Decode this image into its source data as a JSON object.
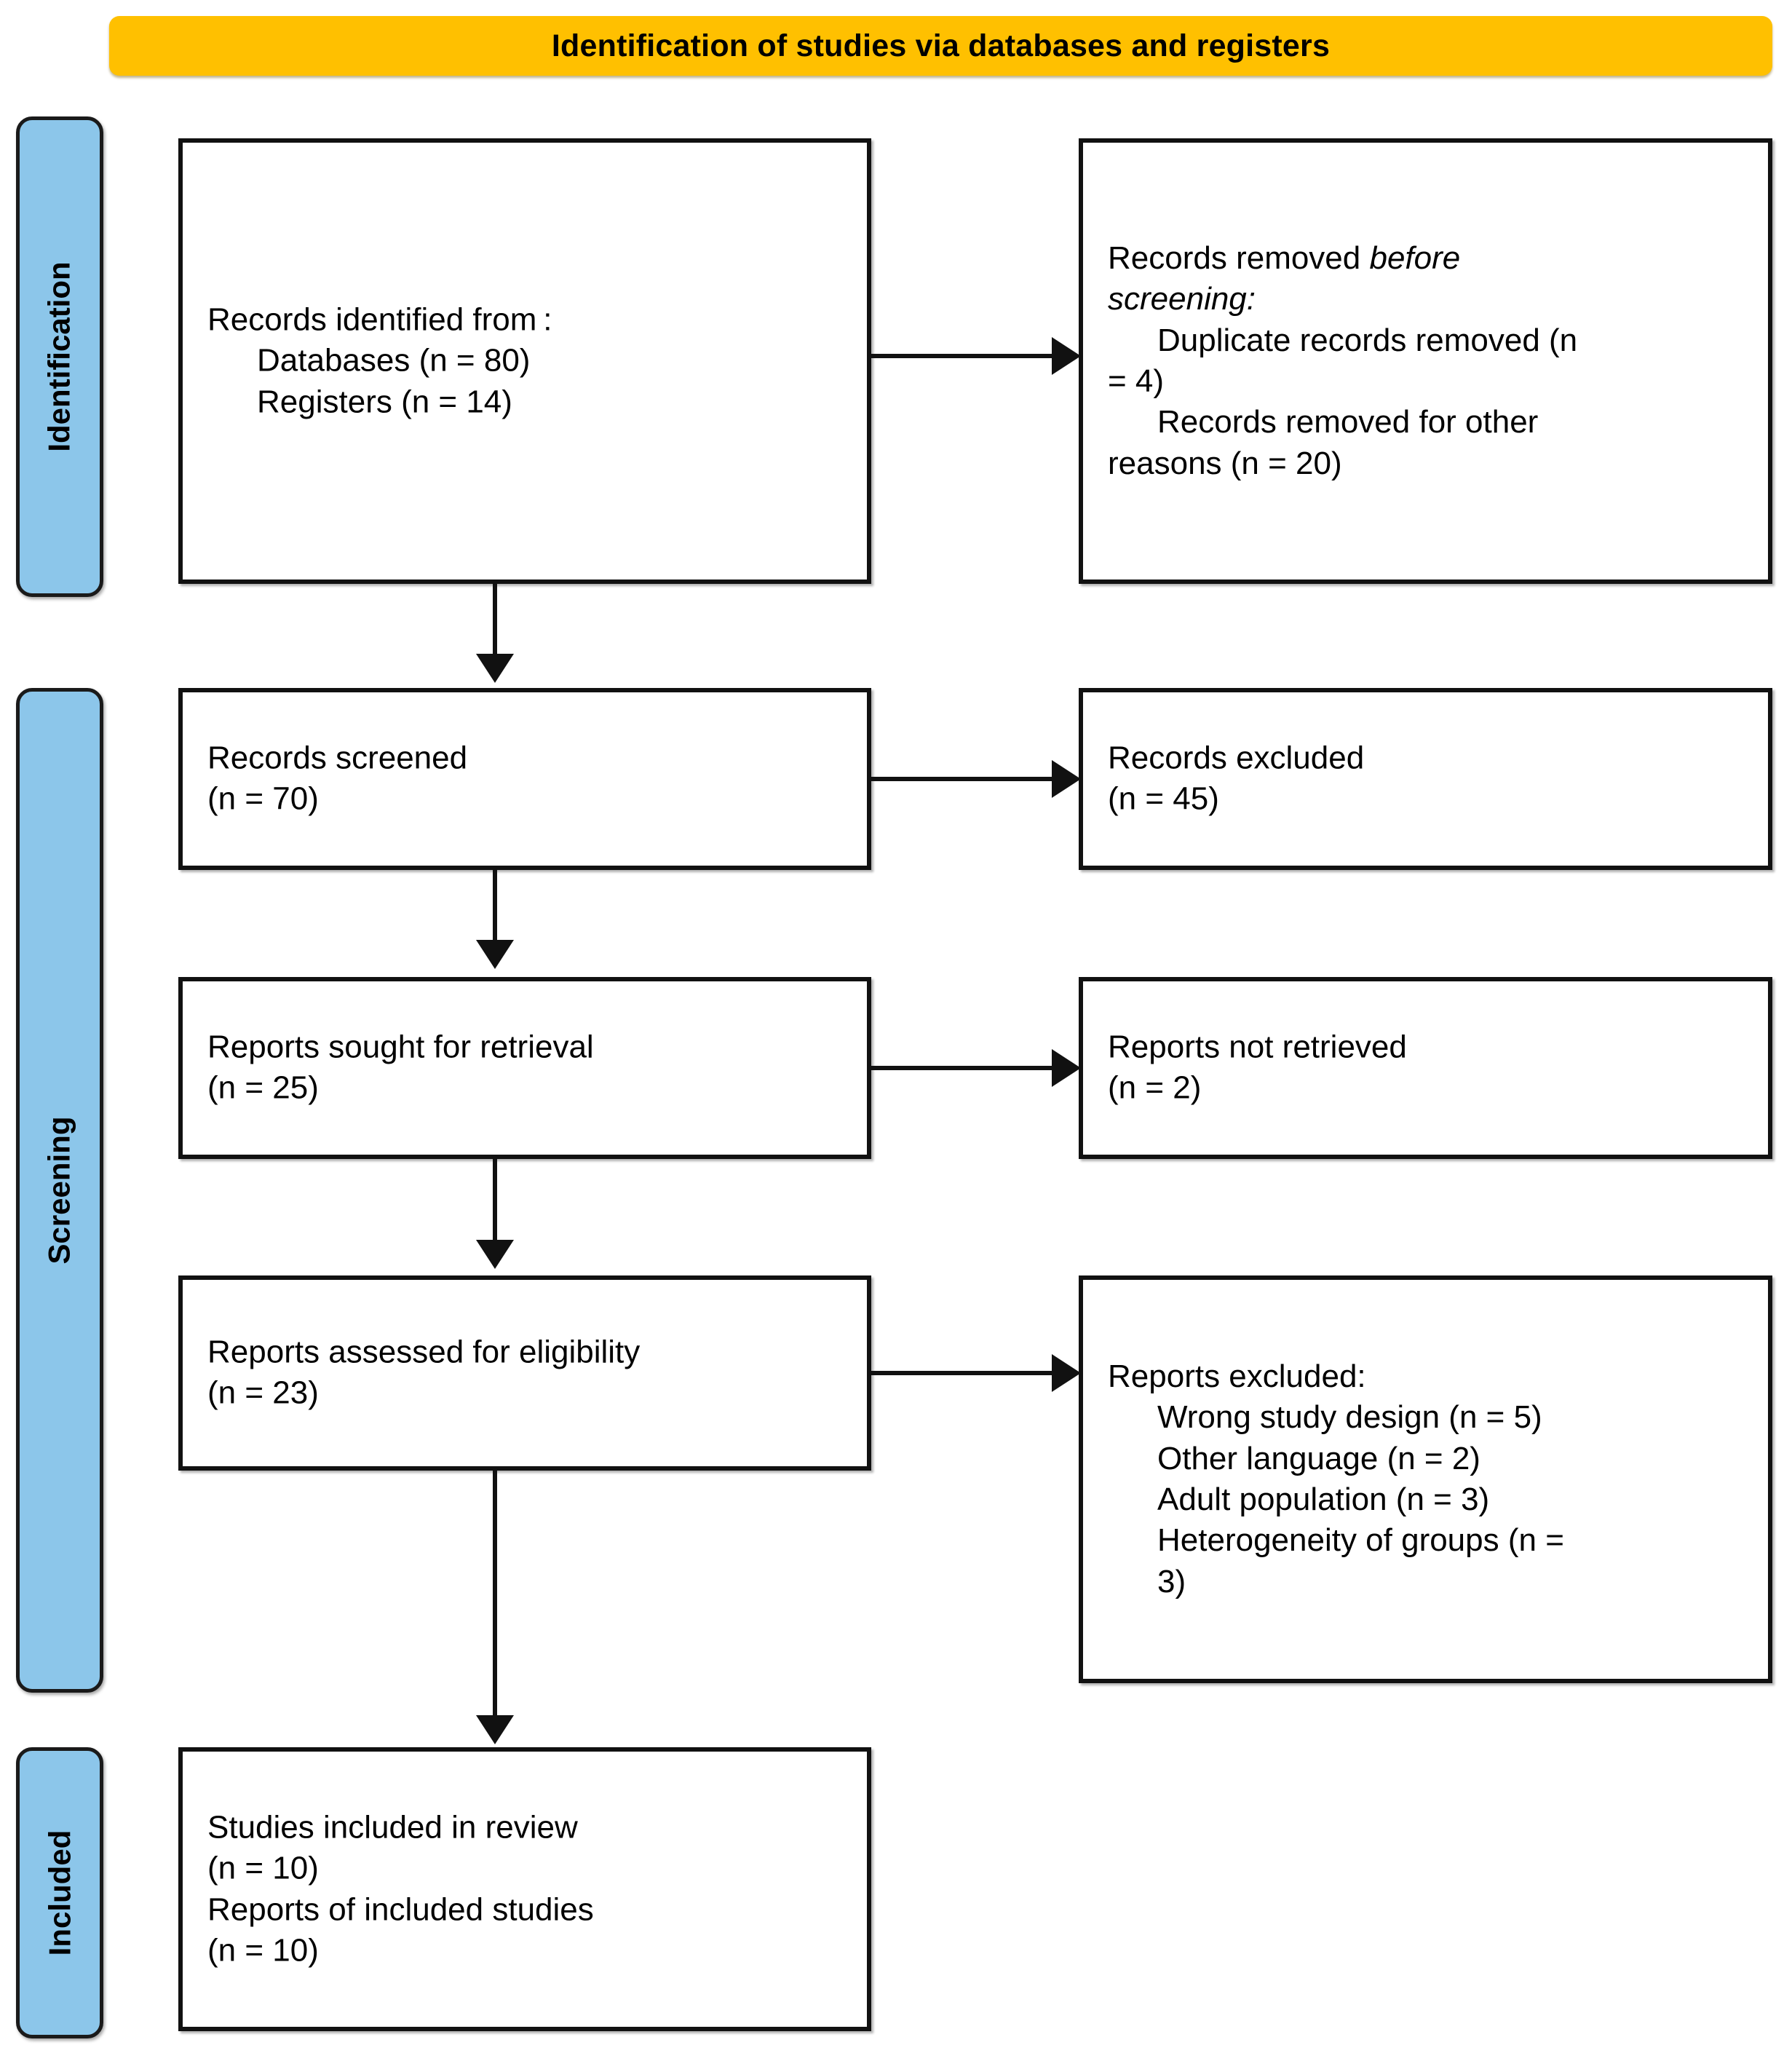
{
  "banner": {
    "title": "Identification of studies via databases and registers"
  },
  "stages": [
    {
      "id": "identification",
      "label": "Identification"
    },
    {
      "id": "screening",
      "label": "Screening"
    },
    {
      "id": "included",
      "label": "Included"
    }
  ],
  "boxes": {
    "records_identified": {
      "lines": [
        "Records identified from :",
        "Databases (n = 80)",
        "Registers (n = 14)"
      ]
    },
    "records_removed": {
      "lines": [
        "Records removed before",
        "screening:",
        "Duplicate records removed (n",
        "= 4)",
        "Records removed for other",
        "reasons (n = 20)"
      ]
    },
    "records_screened": {
      "lines": [
        "Records screened",
        "(n = 70)"
      ]
    },
    "records_excluded": {
      "lines": [
        "Records excluded",
        "(n = 45)"
      ]
    },
    "reports_sought": {
      "lines": [
        "Reports sought for retrieval",
        "(n = 25)"
      ]
    },
    "reports_not_retrieved": {
      "lines": [
        "Reports not retrieved",
        "(n = 2)"
      ]
    },
    "reports_assessed": {
      "lines": [
        "Reports assessed for eligibility",
        "(n = 23)"
      ]
    },
    "reports_excluded": {
      "lines": [
        "Reports excluded:",
        "Wrong study design (n = 5)",
        "Other language (n = 2)",
        "Adult population (n = 3)",
        "Heterogeneity of groups (n =",
        "3)"
      ]
    },
    "studies_included": {
      "lines": [
        "Studies included in review",
        "(n = 10)",
        "Reports of included studies",
        "(n = 10)"
      ]
    }
  },
  "colors": {
    "banner_fill": "#FFC000",
    "stage_fill": "#8CC6EA",
    "box_border": "#111111",
    "box_fill": "#FFFFFF",
    "text": "#000000"
  },
  "chart_data": {
    "type": "diagram",
    "title": "Identification of studies via databases and registers",
    "nodes": [
      {
        "id": "records_identified",
        "stage": "Identification",
        "label": "Records identified from :",
        "counts": {
          "Databases": 80,
          "Registers": 14
        }
      },
      {
        "id": "records_removed",
        "stage": "Identification",
        "label": "Records removed before screening:",
        "counts": {
          "Duplicate records removed": 4,
          "Records removed for other reasons": 20
        }
      },
      {
        "id": "records_screened",
        "stage": "Screening",
        "label": "Records screened",
        "n": 70
      },
      {
        "id": "records_excluded",
        "stage": "Screening",
        "label": "Records excluded",
        "n": 45
      },
      {
        "id": "reports_sought",
        "stage": "Screening",
        "label": "Reports sought for retrieval",
        "n": 25
      },
      {
        "id": "reports_not_retrieved",
        "stage": "Screening",
        "label": "Reports not retrieved",
        "n": 2
      },
      {
        "id": "reports_assessed",
        "stage": "Screening",
        "label": "Reports assessed for eligibility",
        "n": 23
      },
      {
        "id": "reports_excluded",
        "stage": "Screening",
        "label": "Reports excluded:",
        "counts": {
          "Wrong study design": 5,
          "Other language": 2,
          "Adult population": 3,
          "Heterogeneity of groups": 3
        }
      },
      {
        "id": "studies_included",
        "stage": "Included",
        "label": "Studies included in review",
        "counts": {
          "Studies included in review": 10,
          "Reports of included studies": 10
        }
      }
    ],
    "edges": [
      {
        "from": "records_identified",
        "to": "records_removed",
        "direction": "right"
      },
      {
        "from": "records_identified",
        "to": "records_screened",
        "direction": "down"
      },
      {
        "from": "records_screened",
        "to": "records_excluded",
        "direction": "right"
      },
      {
        "from": "records_screened",
        "to": "reports_sought",
        "direction": "down"
      },
      {
        "from": "reports_sought",
        "to": "reports_not_retrieved",
        "direction": "right"
      },
      {
        "from": "reports_sought",
        "to": "reports_assessed",
        "direction": "down"
      },
      {
        "from": "reports_assessed",
        "to": "reports_excluded",
        "direction": "right"
      },
      {
        "from": "reports_assessed",
        "to": "studies_included",
        "direction": "down"
      }
    ]
  }
}
